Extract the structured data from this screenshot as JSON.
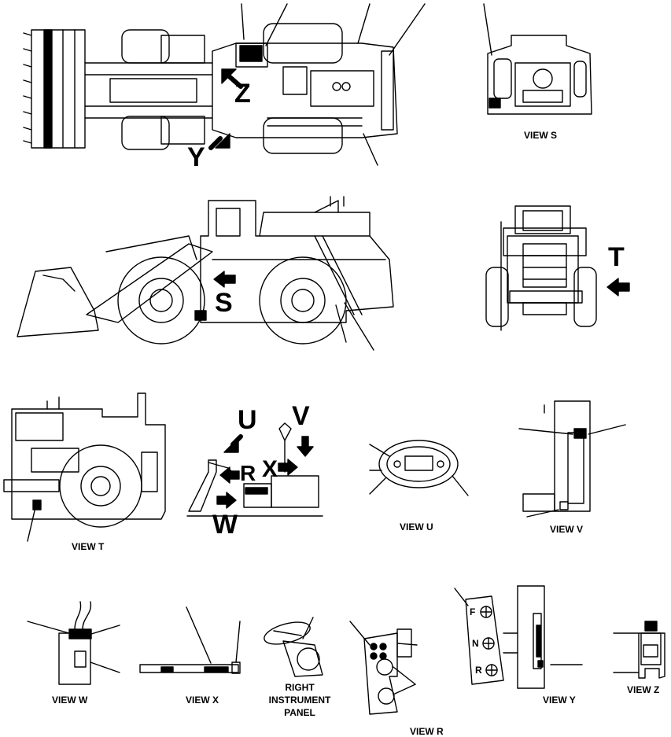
{
  "view_captions": {
    "s": "VIEW S",
    "t": "VIEW T",
    "u": "VIEW U",
    "v": "VIEW V",
    "w": "VIEW W",
    "x": "VIEW X",
    "y": "VIEW Y",
    "z": "VIEW Z",
    "r": "VIEW R",
    "right_instrument_panel": [
      "RIGHT",
      "INSTRUMENT",
      "PANEL"
    ]
  },
  "arrow_letters": {
    "top_z": "Z",
    "top_y": "Y",
    "side_s": "S",
    "front_t": "T",
    "cab_u": "U",
    "cab_v": "V",
    "cab_r": "R",
    "cab_x": "X",
    "cab_w": "W"
  },
  "lever_positions": [
    "F",
    "N",
    "R"
  ]
}
